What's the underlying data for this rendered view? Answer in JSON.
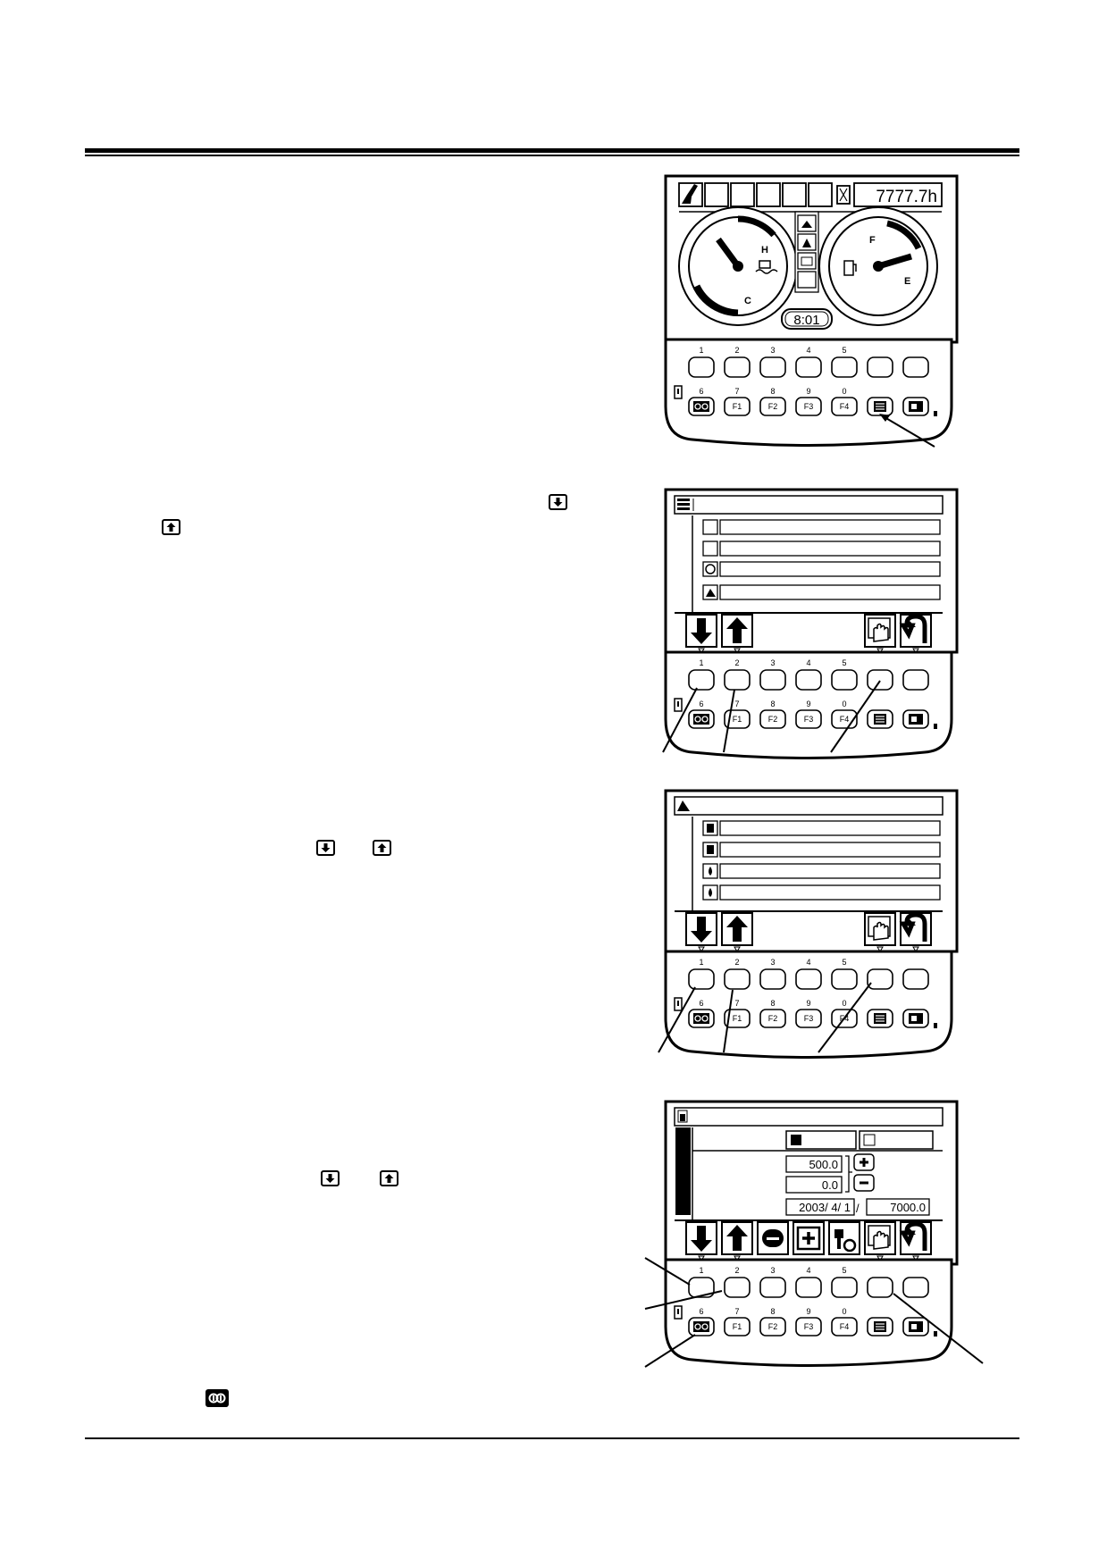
{
  "panels": {
    "top": {
      "hour_meter": "7777.7h",
      "clock": "8:01",
      "temp_gauge": {
        "high": "H",
        "low": "C"
      },
      "fuel_gauge": {
        "full": "F",
        "empty": "E"
      }
    },
    "fuel_setting": {
      "capacity": "500.0",
      "adjust": "0.0",
      "date": "2003/ 4/ 1",
      "separator": "/",
      "hours": "7000.0"
    }
  },
  "keypad": {
    "upper_numbers": [
      "1",
      "2",
      "3",
      "4",
      "5"
    ],
    "lower_numbers": [
      "6",
      "7",
      "8",
      "9",
      "0"
    ],
    "function_keys": [
      "F1",
      "F2",
      "F3",
      "F4"
    ]
  },
  "icons": [
    "arrow-down-icon",
    "arrow-up-icon",
    "menu-list-icon",
    "hand-select-icon",
    "return-icon",
    "minus-icon",
    "plus-icon",
    "wrench-reset-icon",
    "fuel-pump-icon",
    "oil-drop-icon",
    "clock-icon",
    "buzzer-icon",
    "camera-icon"
  ]
}
